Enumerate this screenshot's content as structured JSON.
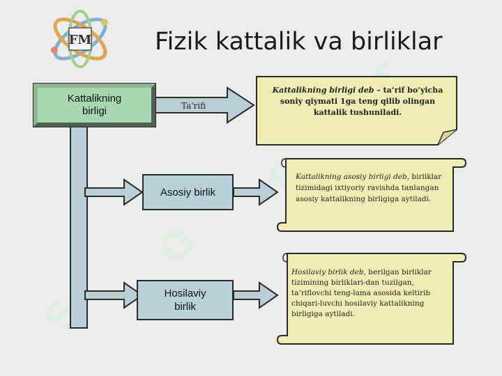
{
  "title": "Fizik kattalik va birliklar",
  "watermark": "SOFT",
  "logo": {
    "name": "logo-icon",
    "letters": "FM"
  },
  "diagram": {
    "main_box": {
      "line1": "Kattalikning",
      "line2": "birligi"
    },
    "tarifi_label": "Ta'rifi",
    "asosiy_box": "Asosiy birlik",
    "hosilaviy_box": {
      "line1": "Hosilaviy",
      "line2": "birlik"
    },
    "definition_note": {
      "term": "Kattalikning birligi deb",
      "rest": " – ta‘rif bo’yicha soniy qiymati 1ga teng qilib olingan kattalik tushuniladi."
    },
    "asosiy_note": {
      "term": "Kattalikning asosiy birligi deb,",
      "rest": " birliklar tizimidagi ixtiyoriy ravishda tanlangan asosiy kattalikning birligiga aytiladi."
    },
    "hosilaviy_note": {
      "term": "Hosilaviy birlik deb",
      "rest": ", berilgan birliklar tizimining birliklari-dan tuzilgan, ta‘riflovchi teng-lama asosida keltirib chiqari-luvchi hosilaviy kattalikning birligiga aytiladi."
    }
  }
}
